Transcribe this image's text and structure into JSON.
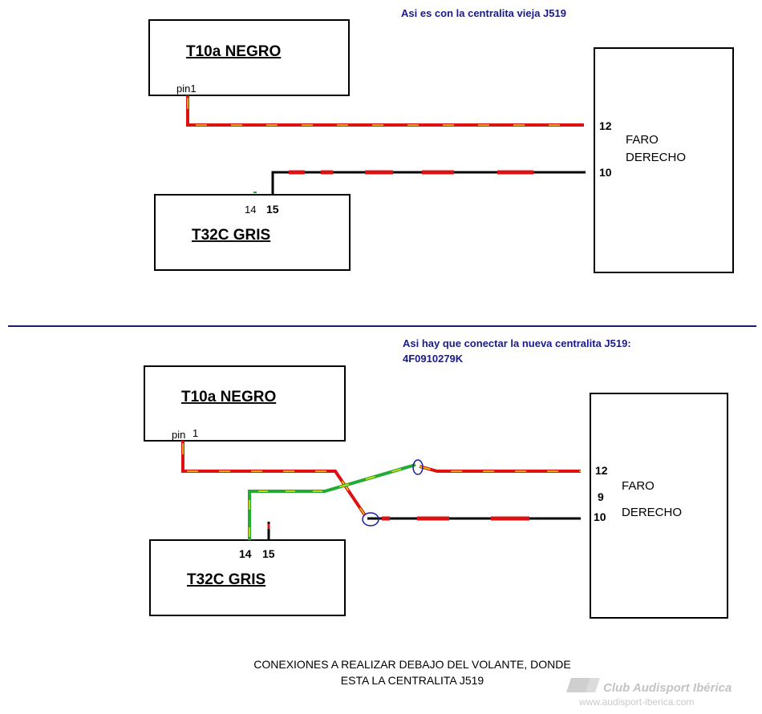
{
  "top": {
    "caption": "Asi es con la centralita vieja J519",
    "t10_title": "T10a NEGRO",
    "t10_pin": "pin1",
    "t32_title": "T32C GRIS",
    "t32_pin14": "14",
    "t32_pin15": "15",
    "faro_line1": "FARO",
    "faro_line2": "DERECHO",
    "faro_pin12": "12",
    "faro_pin10": "10"
  },
  "bottom": {
    "caption_line1": "Asi hay que conectar la nueva centralita J519:",
    "caption_line2": "4F0910279K",
    "t10_title": "T10a NEGRO",
    "t10_pin": "pin",
    "t10_pin_num": "1",
    "t32_title": "T32C GRIS",
    "t32_pin14": "14",
    "t32_pin15": "15",
    "faro_line1": "FARO",
    "faro_line2": "DERECHO",
    "faro_pin12": "12",
    "faro_pin9": "9",
    "faro_pin10": "10"
  },
  "footer": {
    "line1": "CONEXIONES A REALIZAR DEBAJO DEL VOLANTE, DONDE",
    "line2": "ESTA LA CENTRALITA J519"
  },
  "watermark": {
    "brand": "Club Audisport Ibérica",
    "url": "www.audisport-iberica.com"
  },
  "colors": {
    "wire_red": "#dd1111",
    "wire_yellow": "#f2e600",
    "wire_green": "#22aa33",
    "wire_black": "#000000",
    "divider": "#1a1a6e",
    "splice": "#1c1ca0"
  }
}
